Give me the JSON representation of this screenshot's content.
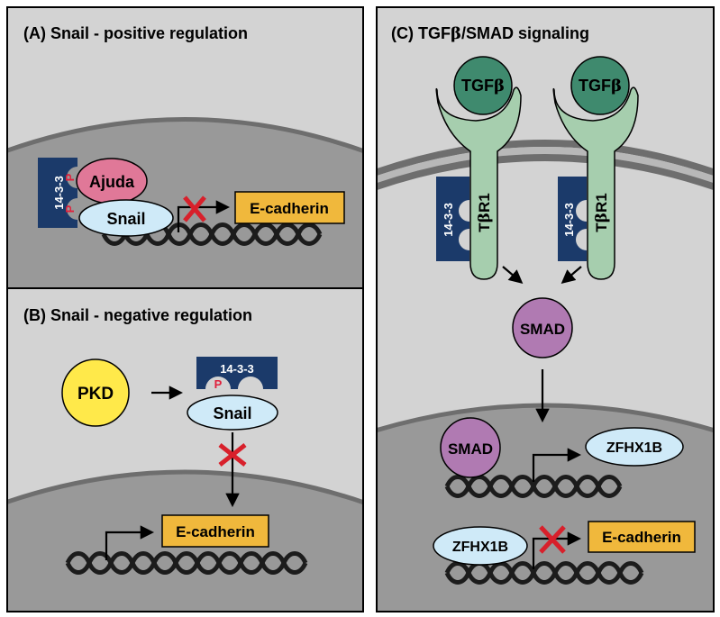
{
  "panels": {
    "a": {
      "title": "(A) Snail - positive regulation",
      "adapter": "14-3-3",
      "phospho_1": "P",
      "phospho_2": "P",
      "ajuda": "Ajuda",
      "snail": "Snail",
      "target": "E-cadherin"
    },
    "b": {
      "title": "(B) Snail - negative regulation",
      "kinase": "PKD",
      "adapter": "14-3-3",
      "phospho": "P",
      "snail": "Snail",
      "target": "E-cadherin"
    },
    "c": {
      "title_prefix": "(C) TGF",
      "title_greek": "β",
      "title_suffix": "/SMAD signaling",
      "ligand_prefix": "TGF",
      "ligand_greek": "β",
      "receptor_prefix": "T",
      "receptor_greek": "β",
      "receptor_suffix": "R1",
      "adapter": "14-3-3",
      "smad": "SMAD",
      "zfhx1b": "ZFHX1B",
      "target": "E-cadherin"
    }
  },
  "colors": {
    "background_cell": "#d3d3d3",
    "nucleus": "#999999",
    "membrane_dark": "#6e6e6e",
    "adapter": "#1b3a6a",
    "ajuda": "#e07898",
    "snail": "#cfeaf8",
    "target_box": "#f0b83c",
    "pkd": "#ffe94a",
    "tgfb": "#3f8a6e",
    "receptor": "#a6ceae",
    "smad": "#b07ab2",
    "phospho": "#e0203c",
    "block_x": "#d8202b"
  },
  "icons": [
    "dna-helix-icon",
    "block-x-icon",
    "promoter-arrow-icon",
    "phospho-p-icon"
  ]
}
